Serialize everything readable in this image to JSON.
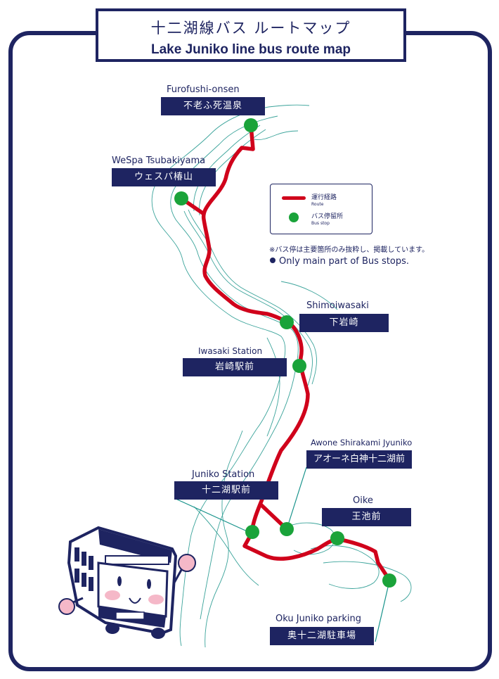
{
  "title": {
    "jp": "十二湖線バス ルートマップ",
    "en": "Lake Juniko line bus route map"
  },
  "legend": {
    "route_jp": "運行経路",
    "route_en": "Route",
    "stop_jp": "バス停留所",
    "stop_en": "Bus stop"
  },
  "note": {
    "jp": "※バス停は主要箇所のみ抜粋し、掲載しています。",
    "en": "Only main part of Bus stops."
  },
  "stops": {
    "furofushi": {
      "en": "Furofushi-onsen",
      "jp": "不老ふ死温泉"
    },
    "wespa": {
      "en": "WeSpa Tsubakiyama",
      "jp": "ウェスパ椿山"
    },
    "shimoiwasaki": {
      "en": "Shimoiwasaki",
      "jp": "下岩崎"
    },
    "iwasaki_station": {
      "en": "Iwasaki Station",
      "jp": "岩崎駅前"
    },
    "awone": {
      "en": "Awone Shirakami Jyuniko",
      "jp": "アオーネ白神十二湖前"
    },
    "juniko_station": {
      "en": "Juniko Station",
      "jp": "十二湖駅前"
    },
    "oike": {
      "en": "Oike",
      "jp": "王池前"
    },
    "oku_juniko": {
      "en": "Oku Juniko parking",
      "jp": "奥十二湖駐車場"
    }
  },
  "colors": {
    "navy": "#1e2461",
    "route": "#d0021b",
    "stop": "#1aa33a",
    "terrain": "#3aa39a"
  },
  "icons": [
    "bus-mascot-icon",
    "bus-stop-dot-icon",
    "route-line-icon"
  ]
}
